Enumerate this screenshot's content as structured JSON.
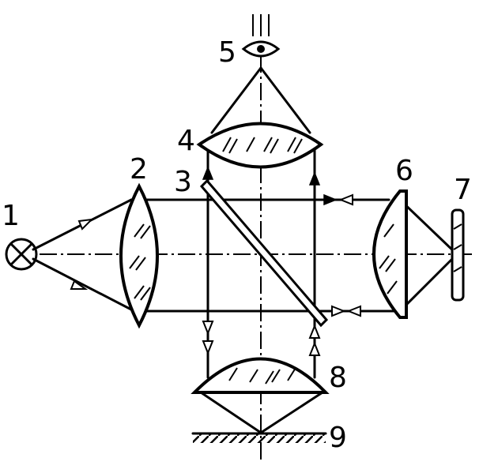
{
  "labels": {
    "c1": "1",
    "c2": "2",
    "c3": "3",
    "c4": "4",
    "c5": "5",
    "c6": "6",
    "c7": "7",
    "c8": "8",
    "c9": "9"
  }
}
